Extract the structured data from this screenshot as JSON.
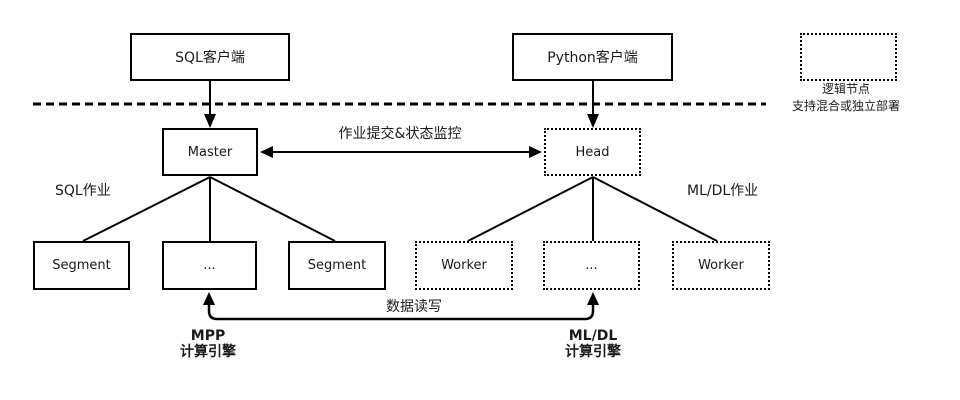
{
  "diagram": {
    "nodes": {
      "sql_client": {
        "label": "SQL客户端"
      },
      "python_client": {
        "label": "Python客户端"
      },
      "master": {
        "label": "Master"
      },
      "head": {
        "label": "Head"
      },
      "segment_1": {
        "label": "Segment"
      },
      "mpp_ellipsis": {
        "label": "..."
      },
      "segment_2": {
        "label": "Segment"
      },
      "worker_1": {
        "label": "Worker"
      },
      "mldl_ellipsis": {
        "label": "..."
      },
      "worker_2": {
        "label": "Worker"
      }
    },
    "edge_labels": {
      "job_submit_monitor": "作业提交&状态监控",
      "sql_jobs": "SQL作业",
      "mldl_jobs": "ML/DL作业",
      "data_read_write": "数据读写"
    },
    "engine_labels": {
      "mpp_line1": "MPP",
      "mpp_line2": "计算引擎",
      "mldl_line1": "ML/DL",
      "mldl_line2": "计算引擎"
    },
    "legend": {
      "line1": "逻辑节点",
      "line2": "支持混合或独立部署"
    },
    "colors": {
      "stroke": "#000000",
      "background": "#ffffff"
    }
  }
}
